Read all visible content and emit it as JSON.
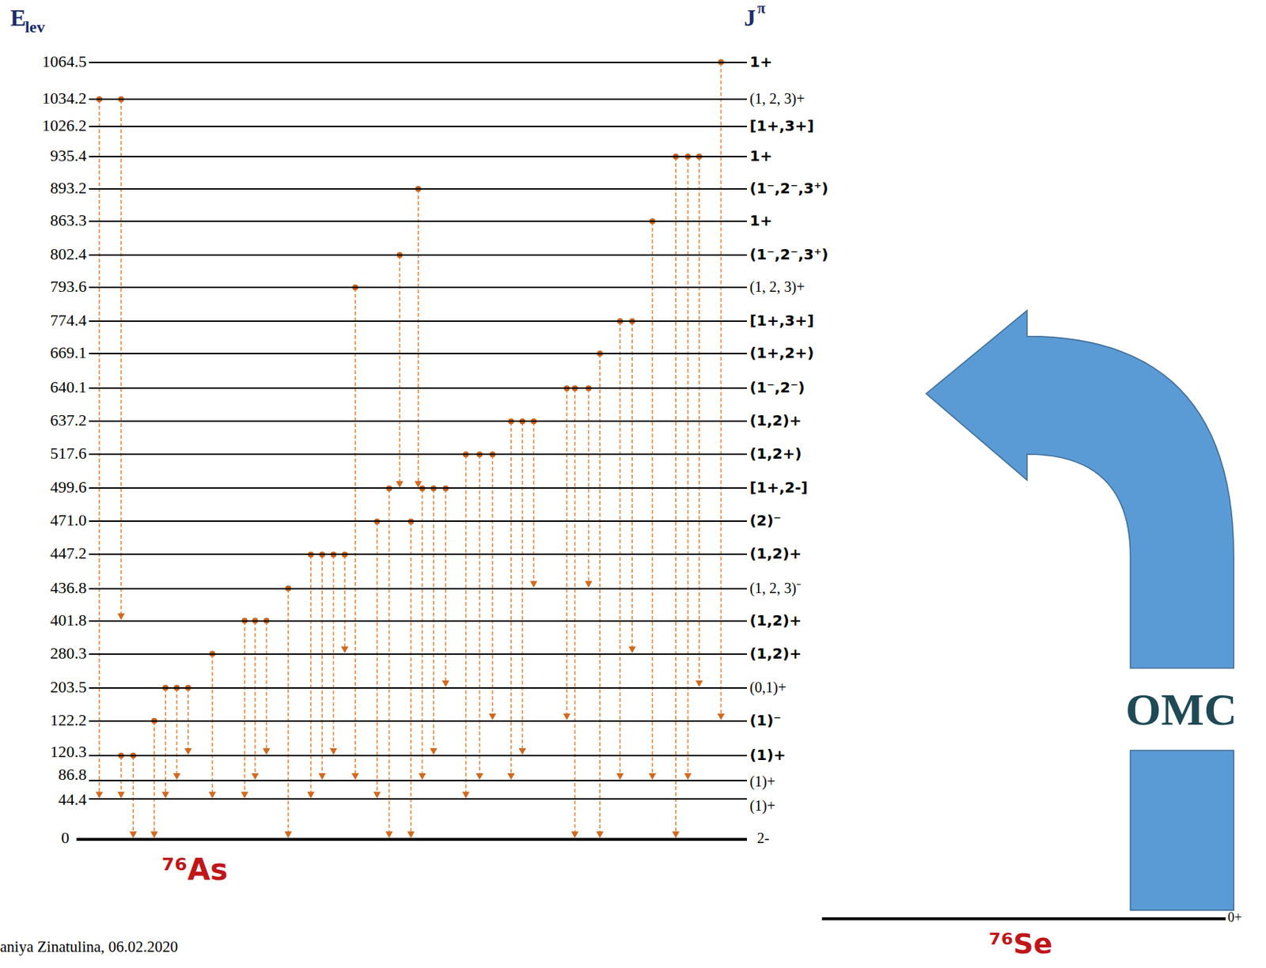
{
  "diagram": {
    "nodes": [
      {
        "text": [
          "1064.5",
          "1+"
        ]
      },
      {
        "text": [
          "1034.2",
          "(1, 2, 3)+"
        ]
      },
      {
        "text": [
          "1026.2",
          "[1+,3+]"
        ]
      },
      {
        "text": [
          "935.4",
          "1+"
        ]
      },
      {
        "text": [
          "893.2",
          "(1⁻,2⁻,3⁺)"
        ]
      },
      {
        "text": [
          "863.3",
          "1+"
        ]
      },
      {
        "text": [
          "802.4",
          "(1⁻,2⁻,3⁺)"
        ]
      },
      {
        "text": [
          "793.6",
          "(1, 2, 3)+"
        ]
      },
      {
        "text": [
          "774.4",
          "[1+,3+]"
        ]
      },
      {
        "text": [
          "669.1",
          "(1+,2+)"
        ]
      },
      {
        "text": [
          "640.1",
          "(1⁻,2⁻)"
        ]
      },
      {
        "text": [
          "637.2",
          "(1,2)+"
        ]
      },
      {
        "text": [
          "517.6",
          "(1,2+)"
        ]
      },
      {
        "text": [
          "499.6",
          "[1+,2-]"
        ]
      },
      {
        "text": [
          "471.0",
          "(2)⁻"
        ]
      },
      {
        "text": [
          "447.2",
          "(1,2)+"
        ]
      },
      {
        "text": [
          "436.8",
          "(1, 2, 3)⁻"
        ]
      },
      {
        "text": [
          "401.8",
          "(1,2)+"
        ]
      },
      {
        "text": [
          "280.3",
          "(1,2)+"
        ]
      },
      {
        "text": [
          "203.5",
          "(0,1)+"
        ]
      },
      {
        "text": [
          "122.2",
          "(1)⁻"
        ]
      },
      {
        "text": [
          "120.3",
          "(1)+"
        ]
      },
      {
        "text": [
          "86.8",
          "(1)+"
        ]
      },
      {
        "text": [
          "44.4",
          "(1)+"
        ]
      },
      {
        "text": [
          "0",
          "2-"
        ]
      },
      {
        "text": [
          "0+"
        ]
      },
      {
        "text": [
          "OMC"
        ]
      }
    ],
    "edges": [
      {
        "from": 1,
        "to": 23,
        "arrow": "to"
      },
      {
        "from": 1,
        "to": 17,
        "arrow": "to"
      },
      {
        "from": 21,
        "to": 23,
        "arrow": "to"
      },
      {
        "from": 21,
        "to": 24,
        "arrow": "to"
      },
      {
        "from": 20,
        "to": 24,
        "arrow": "to"
      },
      {
        "from": 19,
        "to": 23,
        "arrow": "to"
      },
      {
        "from": 19,
        "to": 22,
        "arrow": "to"
      },
      {
        "from": 19,
        "to": 21,
        "arrow": "to"
      },
      {
        "from": 18,
        "to": 23,
        "arrow": "to"
      },
      {
        "from": 17,
        "to": 23,
        "arrow": "to"
      },
      {
        "from": 17,
        "to": 22,
        "arrow": "to"
      },
      {
        "from": 17,
        "to": 21,
        "arrow": "to"
      },
      {
        "from": 16,
        "to": 24,
        "arrow": "to"
      },
      {
        "from": 15,
        "to": 23,
        "arrow": "to"
      },
      {
        "from": 15,
        "to": 22,
        "arrow": "to"
      },
      {
        "from": 15,
        "to": 21,
        "arrow": "to"
      },
      {
        "from": 15,
        "to": 18,
        "arrow": "to"
      },
      {
        "from": 7,
        "to": 22,
        "arrow": "to"
      },
      {
        "from": 14,
        "to": 23,
        "arrow": "to"
      },
      {
        "from": 13,
        "to": 24,
        "arrow": "to"
      },
      {
        "from": 6,
        "to": 13,
        "arrow": "to"
      },
      {
        "from": 14,
        "to": 24,
        "arrow": "to"
      },
      {
        "from": 4,
        "to": 13,
        "arrow": "to"
      },
      {
        "from": 13,
        "to": 22,
        "arrow": "to"
      },
      {
        "from": 13,
        "to": 21,
        "arrow": "to"
      },
      {
        "from": 13,
        "to": 19,
        "arrow": "to"
      },
      {
        "from": 12,
        "to": 23,
        "arrow": "to"
      },
      {
        "from": 12,
        "to": 22,
        "arrow": "to"
      },
      {
        "from": 12,
        "to": 20,
        "arrow": "to"
      },
      {
        "from": 11,
        "to": 22,
        "arrow": "to"
      },
      {
        "from": 11,
        "to": 21,
        "arrow": "to"
      },
      {
        "from": 11,
        "to": 16,
        "arrow": "to"
      },
      {
        "from": 10,
        "to": 20,
        "arrow": "to"
      },
      {
        "from": 10,
        "to": 24,
        "arrow": "to"
      },
      {
        "from": 10,
        "to": 16,
        "arrow": "to"
      },
      {
        "from": 9,
        "to": 24,
        "arrow": "to"
      },
      {
        "from": 8,
        "to": 22,
        "arrow": "to"
      },
      {
        "from": 8,
        "to": 18,
        "arrow": "to"
      },
      {
        "from": 5,
        "to": 22,
        "arrow": "to"
      },
      {
        "from": 3,
        "to": 24,
        "arrow": "to"
      },
      {
        "from": 3,
        "to": 22,
        "arrow": "to"
      },
      {
        "from": 3,
        "to": 19,
        "arrow": "to"
      },
      {
        "from": 0,
        "to": 20,
        "arrow": "to"
      }
    ],
    "labels": [
      "E",
      "lev",
      "J",
      "π",
      "⁷⁶As",
      "⁷⁶Se",
      "aniya Zinatulina, 06.02.2020"
    ]
  }
}
